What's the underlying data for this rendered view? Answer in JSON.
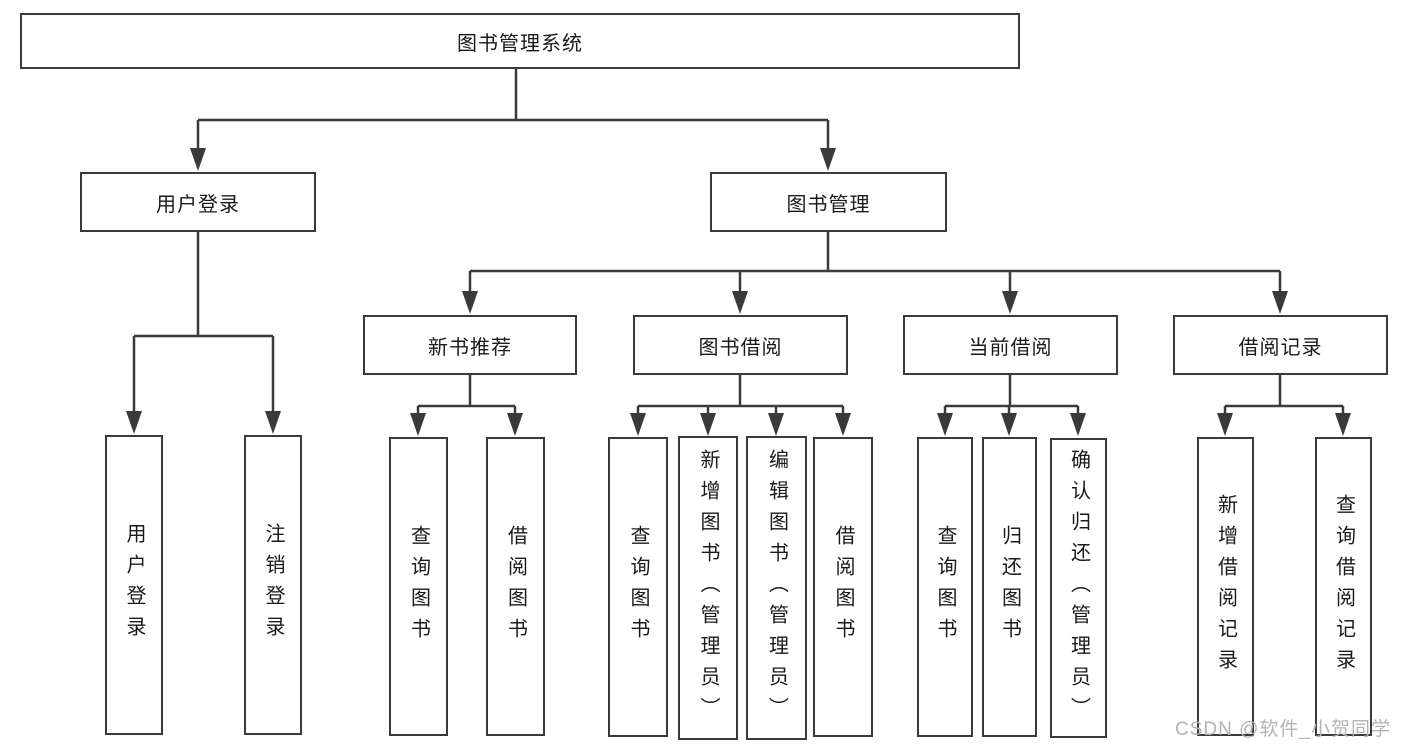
{
  "tree": {
    "root": {
      "label": "图书管理系统"
    },
    "level2": [
      {
        "id": "user-login",
        "label": "用户登录"
      },
      {
        "id": "book-management",
        "label": "图书管理"
      }
    ],
    "level3": [
      {
        "id": "new-book-recommend",
        "label": "新书推荐"
      },
      {
        "id": "book-borrowing",
        "label": "图书借阅"
      },
      {
        "id": "current-borrowing",
        "label": "当前借阅"
      },
      {
        "id": "borrowing-records",
        "label": "借阅记录"
      }
    ],
    "leaves": {
      "user_login": [
        "用户登录",
        "注销登录"
      ],
      "new_book_recommend": [
        "查询图书",
        "借阅图书"
      ],
      "book_borrowing": [
        "查询图书",
        "新增图书（管理员）",
        "编辑图书（管理员）",
        "借阅图书"
      ],
      "current_borrowing": [
        "查询图书",
        "归还图书",
        "确认归还（管理员）"
      ],
      "borrowing_records": [
        "新增借阅记录",
        "查询借阅记录"
      ]
    }
  },
  "watermark": "CSDN @软件_小贺同学",
  "colors": {
    "line": "#3a3a3a",
    "text": "#1a1a1a",
    "watermark": "#b3b3b3",
    "background": "#ffffff",
    "box_fill": "#ffffff"
  }
}
